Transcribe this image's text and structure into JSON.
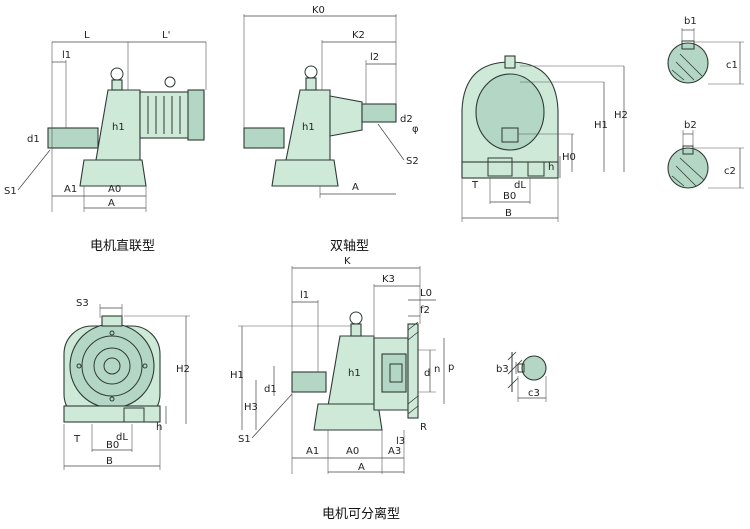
{
  "titles": {
    "direct_motor": "电机直联型",
    "double_shaft": "双轴型",
    "separable_motor": "电机可分离型"
  },
  "labels": {
    "L": "L",
    "Lprime": "L'",
    "l1": "l1",
    "d1": "d1",
    "S1": "S1",
    "A1": "A1",
    "A0": "A0",
    "A": "A",
    "h1": "h1",
    "K2": "K2",
    "K0": "K0",
    "l2": "l2",
    "d2": "d2",
    "phi": "φ",
    "S2": "S2",
    "H1": "H1",
    "H2": "H2",
    "H0": "H0",
    "h": "h",
    "T": "T",
    "dL": "dL",
    "B0": "B0",
    "B": "B",
    "b1": "b1",
    "c1": "c1",
    "b2": "b2",
    "c2": "c2",
    "S3": "S3",
    "K": "K",
    "K3": "K3",
    "L0": "L0",
    "f2": "f2",
    "d": "d",
    "n": "n",
    "p": "p",
    "H3": "H3",
    "A3": "A3",
    "l3": "l3",
    "R": "R",
    "b3": "b3",
    "c3": "c3"
  }
}
